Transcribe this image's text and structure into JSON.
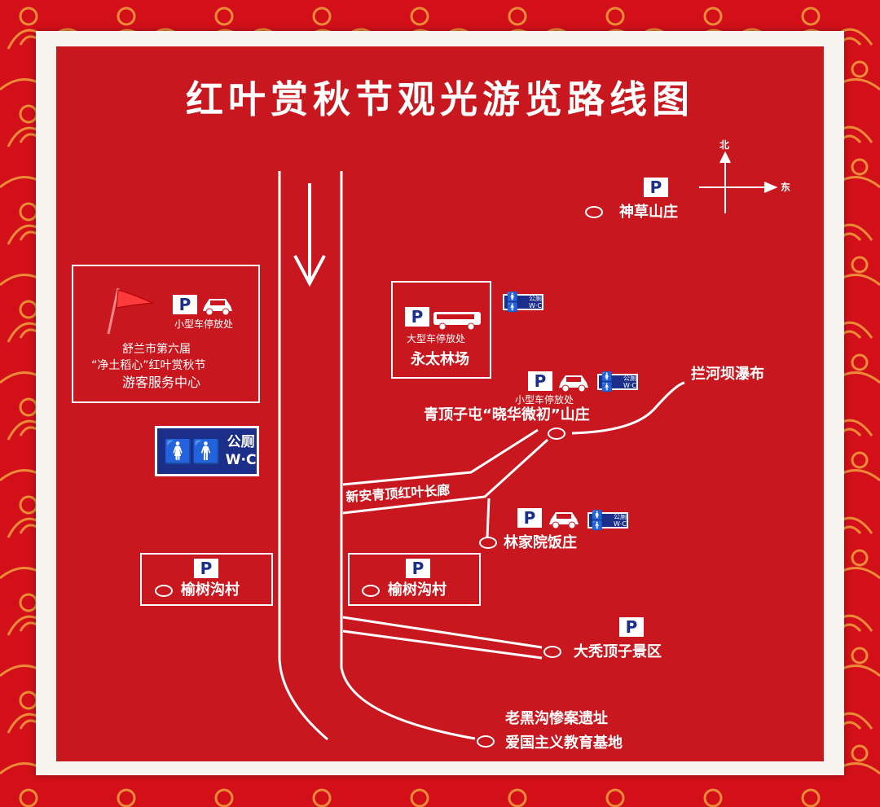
{
  "title": "红叶赏秋节观光游览路线图",
  "compass": {
    "north": "北",
    "east": "东"
  },
  "service_center": {
    "parking_label": "小型车停放处",
    "line1": "舒兰市第六届",
    "line2": "“净土稻心”红叶赏秋节",
    "line3": "游客服务中心"
  },
  "public_toilet": {
    "label": "公厕",
    "code": "W·C"
  },
  "parking_symbol": "P",
  "places": {
    "shencao": "神草山庄",
    "yongtai": "永太林场",
    "yongtai_parking": "大型车停放处",
    "qingding_parking": "小型车停放处",
    "qingding": "青顶子屯“晓华微初”山庄",
    "lanheba": "拦河坝瀑布",
    "corridor": "新安青顶红叶长廊",
    "linjiayuan": "林家院饭庄",
    "yushugou_left": "榆树沟村",
    "yushugou_right": "榆树沟村",
    "datuding": "大秃顶子景区",
    "laoheigou_line1": "老黑沟惨案遗址",
    "laoheigou_line2": "爱国主义教育基地"
  },
  "colors": {
    "map_red": "#c8171e",
    "sign_blue": "#1b2e8a",
    "white": "#ffffff"
  },
  "icons": [
    "flag-icon",
    "car-icon",
    "bus-icon",
    "toilet-icon",
    "parking-icon",
    "south-arrow-icon",
    "compass-icon"
  ]
}
